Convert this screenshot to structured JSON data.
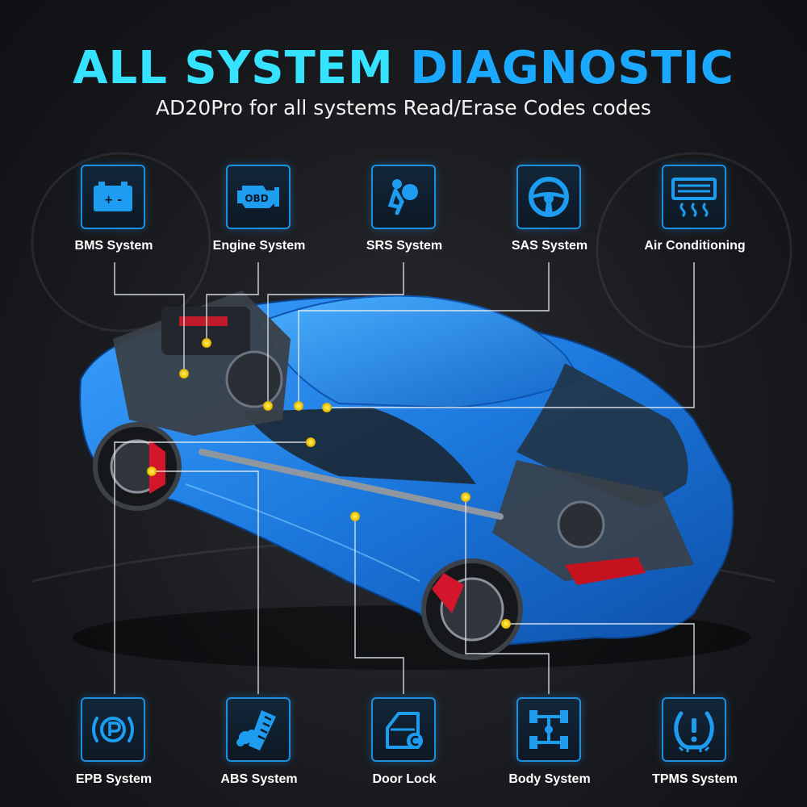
{
  "header": {
    "title_part1": "ALL SYSTEM ",
    "title_part2": "DIAGNOSTIC",
    "subtitle": "AD20Pro for all systems Read/Erase Codes codes"
  },
  "systems_top": [
    {
      "label": "BMS System",
      "icon": "battery-icon"
    },
    {
      "label": "Engine System",
      "icon": "engine-obd-icon"
    },
    {
      "label": "SRS System",
      "icon": "airbag-icon"
    },
    {
      "label": "SAS System",
      "icon": "steering-wheel-icon"
    },
    {
      "label": "Air Conditioning",
      "icon": "air-conditioning-icon"
    }
  ],
  "systems_bottom": [
    {
      "label": "EPB System",
      "icon": "parking-brake-icon"
    },
    {
      "label": "ABS System",
      "icon": "abs-icon"
    },
    {
      "label": "Door Lock",
      "icon": "door-lock-icon"
    },
    {
      "label": "Body System",
      "icon": "chassis-icon"
    },
    {
      "label": "TPMS System",
      "icon": "tire-pressure-icon"
    }
  ],
  "battery_signs": "+ -",
  "obd_text": "OBD",
  "colors": {
    "accent_cyan": "#35e3ff",
    "accent_blue": "#1aa9ff",
    "icon_blue": "#1d9cf0",
    "car_blue": "#1f7fe0",
    "point_yellow": "#f3d21a",
    "background": "#1a1b1f"
  }
}
